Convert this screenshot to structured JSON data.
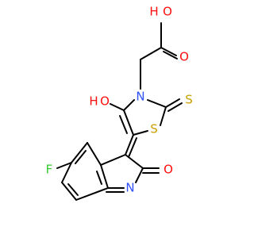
{
  "atoms": [
    {
      "key": "O_top",
      "text": "O",
      "color": "#ff0d0d"
    },
    {
      "key": "H_top",
      "text": "H",
      "color": "#ff0d0d"
    },
    {
      "key": "O_dbl",
      "text": "O",
      "color": "#ff0d0d"
    },
    {
      "key": "N_ring",
      "text": "N",
      "color": "#3050f8"
    },
    {
      "key": "S_thione",
      "text": "S",
      "color": "#c8a000"
    },
    {
      "key": "HO_H",
      "text": "H",
      "color": "#ff0d0d"
    },
    {
      "key": "HO_O",
      "text": "O",
      "color": "#ff0d0d"
    },
    {
      "key": "S_ring",
      "text": "S",
      "color": "#c8a000"
    },
    {
      "key": "F",
      "text": "F",
      "color": "#33cc33"
    },
    {
      "key": "O_lactam",
      "text": "O",
      "color": "#ff0d0d"
    },
    {
      "key": "N_indole",
      "text": "N",
      "color": "#3050f8"
    }
  ],
  "colors": {
    "bond": "#000000",
    "background": "#ffffff"
  }
}
